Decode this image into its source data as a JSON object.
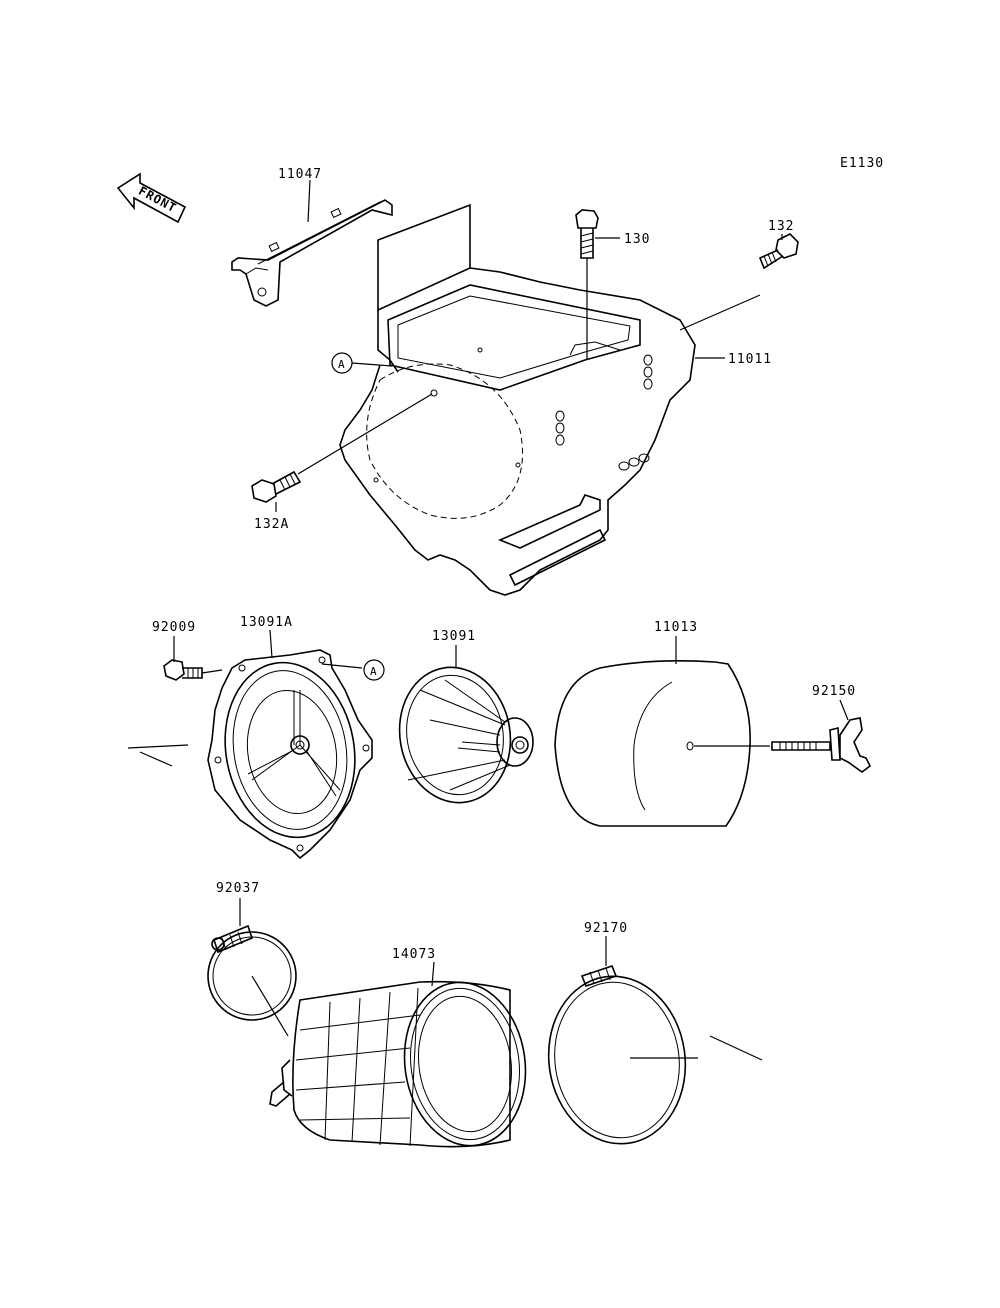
{
  "diagram_code": "E1130",
  "front_text": "FRONT",
  "ref_a": "A",
  "parts": {
    "p11047": "11047",
    "p130": "130",
    "p132": "132",
    "p11011": "11011",
    "p132a": "132A",
    "p92009": "92009",
    "p13091a": "13091A",
    "p13091": "13091",
    "p11013": "11013",
    "p92150": "92150",
    "p92037": "92037",
    "p14073": "14073",
    "p92170": "92170"
  }
}
